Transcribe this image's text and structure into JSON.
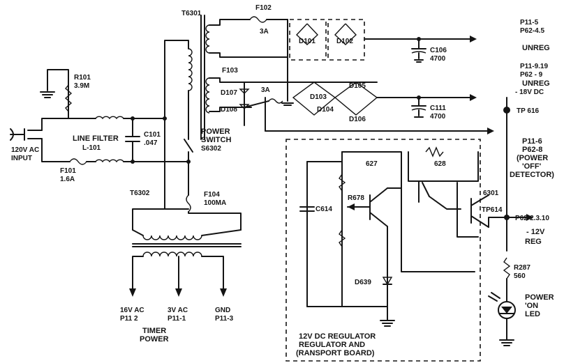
{
  "labels": {
    "t6301": "T6301",
    "f102": "F102",
    "f102_rating": "3A",
    "d101": "D101",
    "d102": "D102",
    "p11_5": "P11-5",
    "p62_45": "P62-4.5",
    "c106": "C106",
    "c106_val": "4700",
    "unreg1": "UNREG",
    "f103": "F103",
    "d107": "D107",
    "d108": "D108",
    "f103_rating": "3A",
    "d103": "D103",
    "d104": "D104",
    "d105": "D105",
    "d106": "D106",
    "p11_919": "P11-9.19",
    "p62_9": "P62 - 9",
    "unreg2": "UNREG",
    "v18": "- 18V DC",
    "c111": "C111",
    "c111_val": "4700",
    "tp616": "TP 616",
    "r101": "R101",
    "r101_val": "3.9M",
    "line_filter": "LINE FILTER",
    "l101": "L-101",
    "c101": "C101",
    "c101_val": ".047",
    "power_switch1": "POWER",
    "power_switch2": "SWITCH",
    "s6302": "S6302",
    "input1": "120V AC",
    "input2": "INPUT",
    "f101": "F101",
    "f101_rating": "1.6A",
    "p11_6": "P11-6",
    "p62_8": "P62-8",
    "power_off1": "(POWER",
    "power_off2": "'OFF'",
    "power_off3": "DETECTOR)",
    "q627": "627",
    "q628": "628",
    "r678": "R678",
    "c614": "C614",
    "q6301": "6301",
    "tp614": "TP614",
    "p62_2310": "P62-2.3.10",
    "v12": "- 12V",
    "reg": "REG",
    "t6302": "T6302",
    "f104": "F104",
    "f104_rating": "100MA",
    "d639": "D639",
    "r287": "R287",
    "r287_val": "560",
    "led1": "POWER",
    "led2": "'ON",
    "led3": "LED",
    "out16_1": "16V AC",
    "out16_2": "P11 2",
    "out3_1": "3V AC",
    "out3_2": "P11-1",
    "gnd_1": "GND",
    "gnd_2": "P11-3",
    "timer1": "TIMER",
    "timer2": "POWER",
    "board1": "12V DC REGULATOR",
    "board2": "REGULATOR AND",
    "board3": "(RANSPORT BOARD)"
  }
}
